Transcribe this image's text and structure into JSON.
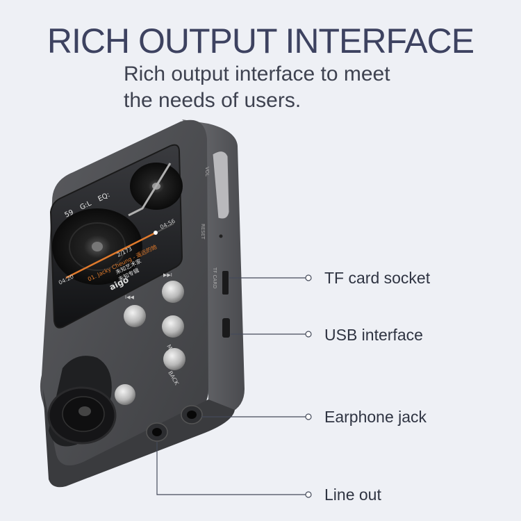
{
  "header": {
    "title": "RICH OUTPUT INTERFACE",
    "subtitle_line1": "Rich output interface to meet",
    "subtitle_line2": "the needs of users."
  },
  "callouts": [
    {
      "label": "TF card socket"
    },
    {
      "label": "USB interface"
    },
    {
      "label": "Earphone jack"
    },
    {
      "label": "Line out"
    }
  ],
  "device": {
    "brand": "aigo",
    "screen": {
      "volume": "59",
      "gain": "G:L",
      "eq": "EQ:",
      "elapsed": "04:20",
      "total": "04:56",
      "track_no": "2/173",
      "track_title": "01. Jacky Cheung - 遥远的她",
      "line3": "未知艺术家",
      "line4": "未知专辑"
    },
    "button_labels": {
      "prev": "I◀◀",
      "next": "▶▶I",
      "menu": "MENU",
      "back": "BACK"
    },
    "side_labels": {
      "vol": "VOL",
      "reset": "RESET",
      "tf_card": "TF CARD"
    }
  },
  "colors": {
    "background": "#eef0f5",
    "title": "#3d4260",
    "device_body": "#4a4b4e",
    "accent_orange": "#e07a2c"
  }
}
